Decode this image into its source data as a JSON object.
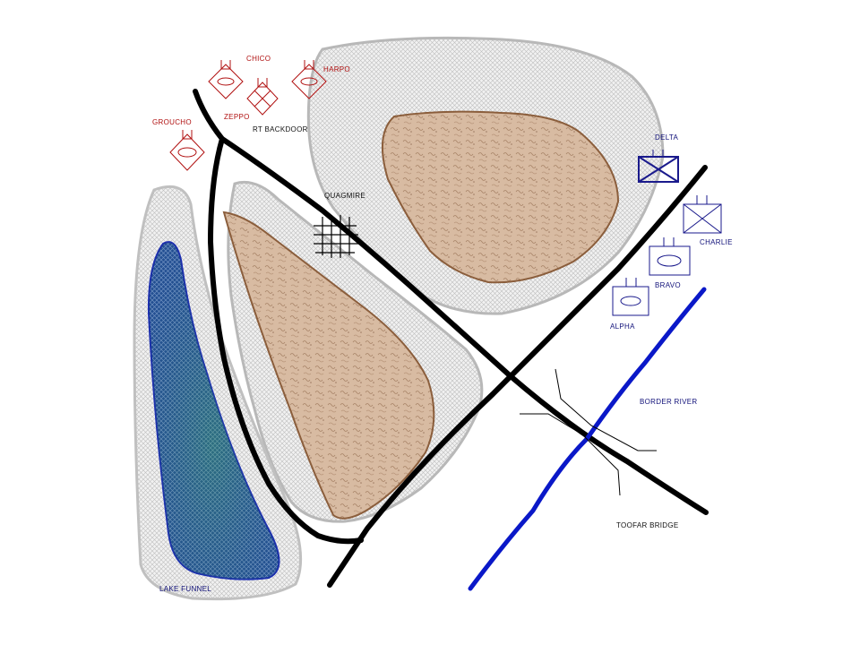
{
  "colors": {
    "hostile": "#b01010",
    "friendly": "#1a1a8c",
    "road": "#000000",
    "river": "#0a18c8",
    "lake": "#1f4f9a",
    "rough_ground": "#d9bca3",
    "vegetation_fill": "#eeeeee",
    "vegetation_edge": "#b8b8b8",
    "rough_edge": "#8a5a3a"
  },
  "hostile_units": [
    {
      "id": "chico",
      "label": "CHICO",
      "symbol": "diamond-oval"
    },
    {
      "id": "harpo",
      "label": "HARPO",
      "symbol": "diamond-oval"
    },
    {
      "id": "zeppo",
      "label": "ZEPPO",
      "symbol": "diamond-cross"
    },
    {
      "id": "groucho",
      "label": "GROUCHO",
      "symbol": "diamond-oval"
    }
  ],
  "friendly_units": [
    {
      "id": "delta",
      "label": "DELTA",
      "symbol": "rect-cross"
    },
    {
      "id": "charlie",
      "label": "CHARLIE",
      "symbol": "rect-cross"
    },
    {
      "id": "bravo",
      "label": "BRAVO",
      "symbol": "rect-oval"
    },
    {
      "id": "alpha",
      "label": "ALPHA",
      "symbol": "rect-oval"
    }
  ],
  "features": {
    "rt_backdoor": "RT BACKDOOR",
    "quagmire": "QUAGMIRE",
    "border_river": "BORDER RIVER",
    "toofar_bridge": "TOOFAR BRIDGE",
    "lake_funnel": "LAKE FUNNEL"
  }
}
